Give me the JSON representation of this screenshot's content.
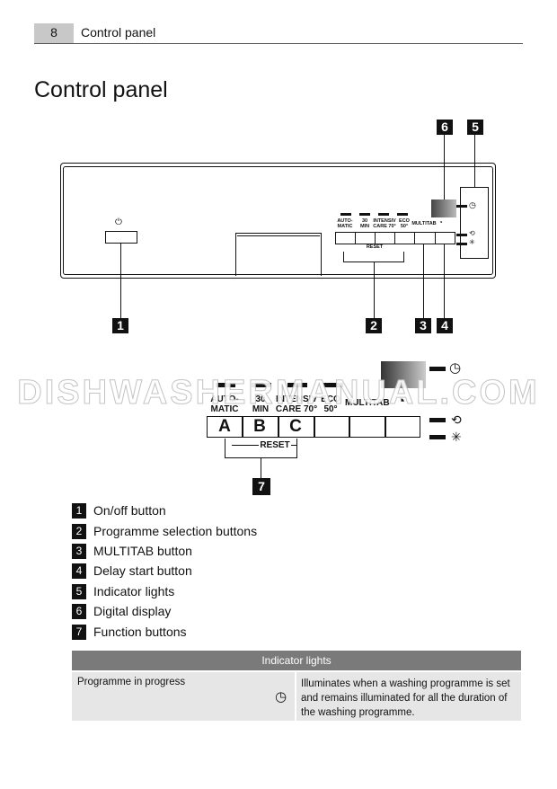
{
  "header": {
    "page_number": "8",
    "title": "Control panel"
  },
  "page_title": "Control panel",
  "panel_small": {
    "programmes": [
      "AUTO-\nMATIC",
      "30\nMIN",
      "INTENSIV\nCARE 70°",
      "ECO\n50°"
    ],
    "multitab": "MULTITAB",
    "reset": "RESET",
    "callouts": [
      "1",
      "2",
      "3",
      "4",
      "5",
      "6"
    ]
  },
  "panel_detail": {
    "programmes": [
      "AUTO-\nMATIC",
      "30\nMIN",
      "INTENSIV\nCARE 70°",
      "ECO\n50°"
    ],
    "multitab": "MULTITAB",
    "keys": [
      "A",
      "B",
      "C"
    ],
    "reset": "RESET",
    "callout": "7"
  },
  "watermark": "DISHWASHERMANUAL.COM",
  "legend": [
    {
      "num": "1",
      "text": "On/off button"
    },
    {
      "num": "2",
      "text": "Programme selection buttons"
    },
    {
      "num": "3",
      "text": "MULTITAB button"
    },
    {
      "num": "4",
      "text": "Delay start button"
    },
    {
      "num": "5",
      "text": "Indicator lights"
    },
    {
      "num": "6",
      "text": "Digital display"
    },
    {
      "num": "7",
      "text": "Function buttons"
    }
  ],
  "table": {
    "header": "Indicator lights",
    "rows": [
      {
        "name": "Programme in progress",
        "icon": "clock-icon",
        "description": "Illuminates when a washing programme is set and remains illuminated for all the duration of the washing programme."
      }
    ]
  }
}
